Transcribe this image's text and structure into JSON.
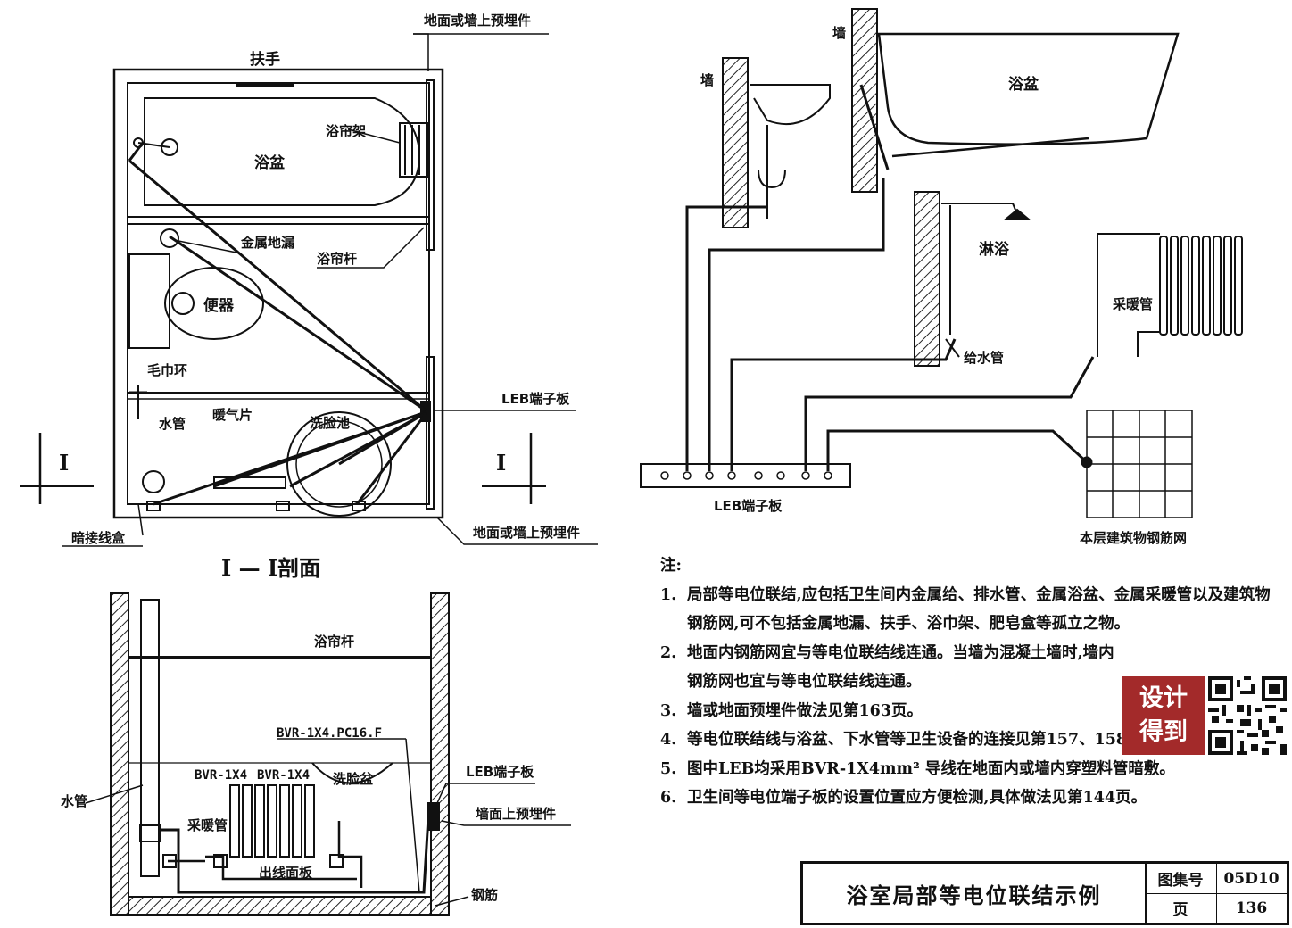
{
  "plan": {
    "handrail": "扶手",
    "embed_top": "地面或墙上预埋件",
    "curtain_rack": "浴帘架",
    "bathtub": "浴盆",
    "floor_drain": "金属地漏",
    "curtain_rod": "浴帘杆",
    "toilet": "便器",
    "towel_ring": "毛巾环",
    "heater": "暖气片",
    "water_pipe": "水管",
    "washbasin": "洗脸池",
    "leb": "LEB端子板",
    "junction_box": "暗接线盒",
    "embed_bottom": "地面或墙上预埋件",
    "section_mark_left": "I",
    "section_mark_right": "I"
  },
  "section": {
    "title": "I — I剖面",
    "curtain_rod": "浴帘杆",
    "cable_spec_1": "BVR-1X4.PC16.F",
    "cable_spec_2": "BVR-1X4",
    "cable_spec_3": "BVR-1X4",
    "washbasin": "洗脸盆",
    "leb": "LEB端子板",
    "water_pipe": "水管",
    "heating_pipe": "采暖管",
    "wall_embed": "墙面上预埋件",
    "outlet_panel": "出线面板",
    "rebar": "钢筋"
  },
  "detail": {
    "wall_1": "墙",
    "wall_2": "墙",
    "bathtub": "浴盆",
    "shower": "淋浴",
    "heating_pipe": "采暖管",
    "supply_pipe": "给水管",
    "leb": "LEB端子板",
    "rebar_mesh": "本层建筑物钢筋网"
  },
  "notes": {
    "heading": "注:",
    "items": [
      {
        "num": "1.",
        "text": "局部等电位联结,应包括卫生间内金属给、排水管、金属浴盆、金属采暖管以及建筑物钢筋网,可不包括金属地漏、扶手、浴巾架、肥皂盒等孤立之物。"
      },
      {
        "num": "2.",
        "text": "地面内钢筋网宜与等电位联结线连通。当墙为混凝土墙时,墙内钢筋网也宜与等电位联结线连通。"
      },
      {
        "num": "3.",
        "text": "墙或地面预埋件做法见第163页。"
      },
      {
        "num": "4.",
        "text": "等电位联结线与浴盆、下水管等卫生设备的连接见第157、158页。"
      },
      {
        "num": "5.",
        "text": "图中LEB均采用BVR-1X4mm² 导线在地面内或墙内穿塑料管暗敷。"
      },
      {
        "num": "6.",
        "text": "卫生间等电位端子板的设置位置应方便检测,具体做法见第144页。"
      }
    ]
  },
  "titleblock": {
    "title": "浴室局部等电位联结示例",
    "atlas_label": "图集号",
    "atlas_value": "05D10",
    "page_label": "页",
    "page_value": "136"
  },
  "badge": {
    "line1": "设计",
    "line2": "得到"
  }
}
